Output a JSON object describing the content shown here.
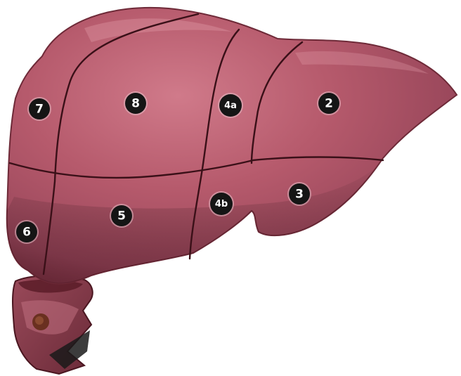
{
  "segments": [
    {
      "id": "seg-7",
      "label": "7"
    },
    {
      "id": "seg-8",
      "label": "8"
    },
    {
      "id": "seg-4a",
      "label": "4a"
    },
    {
      "id": "seg-2",
      "label": "2"
    },
    {
      "id": "seg-6",
      "label": "6"
    },
    {
      "id": "seg-5",
      "label": "5"
    },
    {
      "id": "seg-4b",
      "label": "4b"
    },
    {
      "id": "seg-3",
      "label": "3"
    }
  ],
  "colors": {
    "background": "#ffffff",
    "liver_base": "#b4586a",
    "liver_highlight": "#cc7686",
    "liver_shadow": "#7d3343",
    "segment_line": "#3a1018",
    "badge": "#151515"
  }
}
